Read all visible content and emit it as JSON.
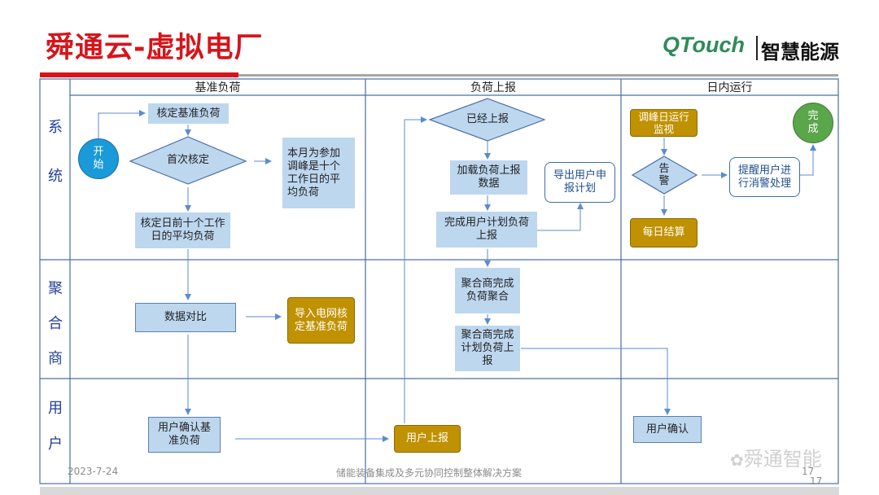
{
  "title": "舜通云-虚拟电厂",
  "logo": {
    "brand": "QTouch",
    "cn": "智慧能源"
  },
  "columns": [
    "基准负荷",
    "负荷上报",
    "日内运行"
  ],
  "lanes": {
    "system": [
      "系",
      "统"
    ],
    "aggregator": [
      "聚",
      "合",
      "商"
    ],
    "user": [
      "用",
      "户"
    ]
  },
  "nodes": {
    "start": "开始",
    "verify_base": "核定基准负荷",
    "first_verify": "首次核定",
    "month_note": "本月为参加调峰是十个工作日的平均负荷",
    "prev_ten_days": "核定日前十个工作日的平均负荷",
    "data_compare": "数据对比",
    "import_grid": "导入电网核定基准负荷",
    "user_confirm_base": "用户确认基准负荷",
    "already_reported": "已经上报",
    "load_report_data": "加载负荷上报数据",
    "complete_user_plan": "完成用户计划负荷上报",
    "export_user_plan": "导出用户申报计划",
    "agg_complete_aggregate": "聚合商完成负荷聚合",
    "agg_plan_report": "聚合商完成计划负荷上报",
    "user_report": "用户上报",
    "peak_monitor": "调峰日运行监视",
    "alarm": "告警",
    "remind_user": "提醒用户进行消警处理",
    "complete": "完成",
    "daily_settle": "每日结算",
    "user_confirm": "用户确认"
  },
  "footer": {
    "date": "2023-7-24",
    "subtitle": "储能装备集成及多元协同控制整体解决方案",
    "page": "17",
    "page_dup": "17",
    "watermark": "舜通智能"
  },
  "colors": {
    "title": "#d7141a",
    "lane_label": "#1f3f9a",
    "box": "#bdd7ee",
    "gold": "#c09100",
    "start": "#1a9ad9",
    "complete": "#5aa64a",
    "line": "#5b8bd0"
  }
}
